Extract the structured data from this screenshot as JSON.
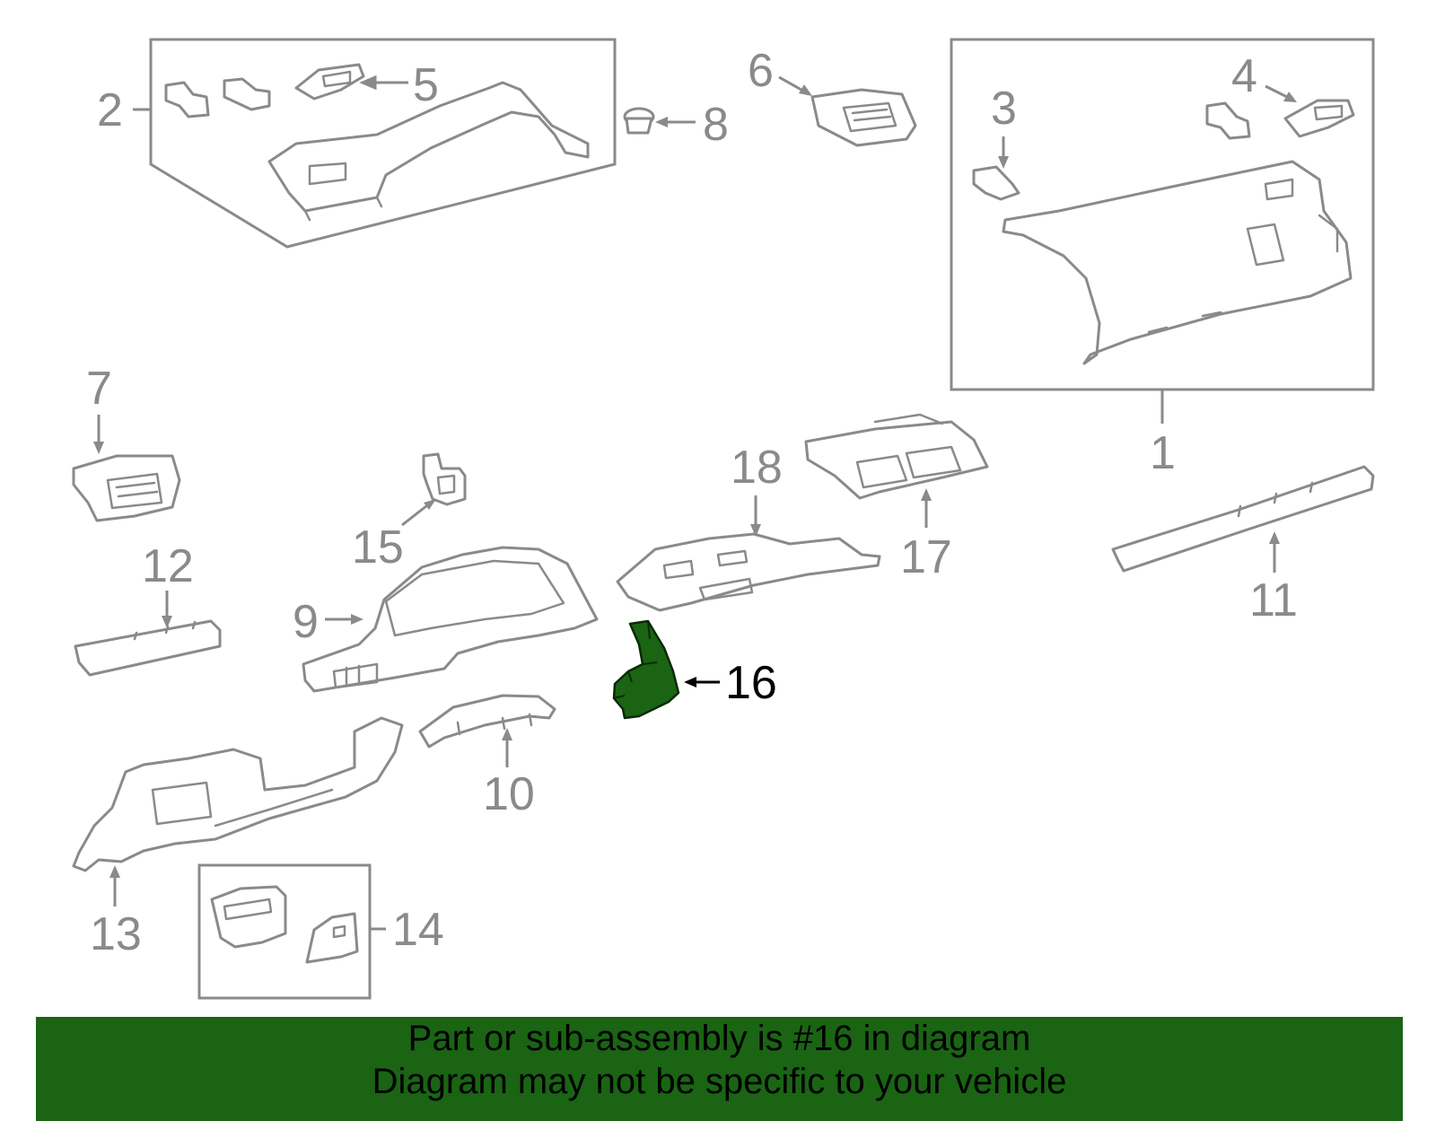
{
  "callouts": {
    "c1": "1",
    "c2": "2",
    "c3": "3",
    "c4": "4",
    "c5": "5",
    "c6": "6",
    "c7": "7",
    "c8": "8",
    "c9": "9",
    "c10": "10",
    "c11": "11",
    "c12": "12",
    "c13": "13",
    "c14": "14",
    "c15": "15",
    "c16": "16",
    "c17": "17",
    "c18": "18"
  },
  "highlighted_part": "16",
  "colors": {
    "highlight": "#1a6414",
    "line": "#8a8a8a",
    "banner": "#1a6414"
  },
  "footer": {
    "line1": "Part or sub-assembly is #16 in diagram",
    "line2": "Diagram may not be specific to your vehicle"
  }
}
